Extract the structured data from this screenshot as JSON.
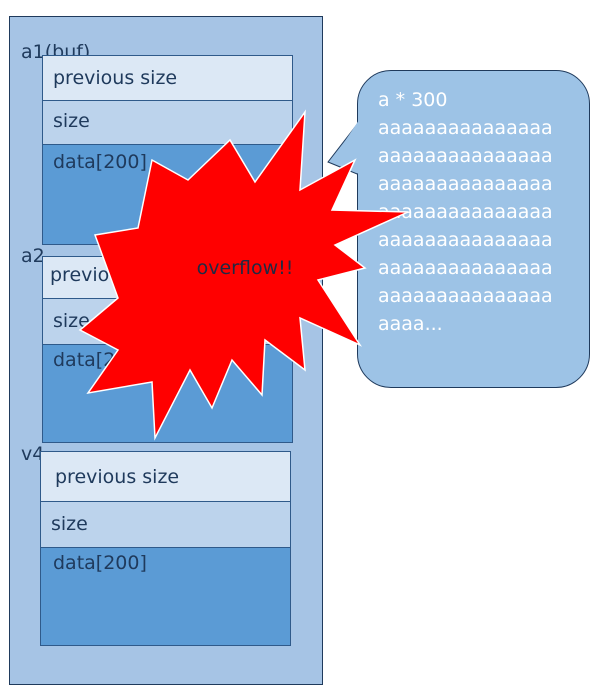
{
  "chunks": [
    {
      "label": "a1(buf)",
      "previous_size": "previous size",
      "size": "size",
      "data": "data[200]"
    },
    {
      "label": "a2",
      "previous_size": "previous size",
      "size": "size",
      "data": "data[200]"
    },
    {
      "label": "v4",
      "previous_size": "previous size",
      "size": "size",
      "data": "data[200]"
    }
  ],
  "burst": {
    "text": "overflow!!",
    "color": "#ff0000"
  },
  "bubble": {
    "title": "a * 300",
    "lines": [
      "aaaaaaaaaaaaaaa",
      "aaaaaaaaaaaaaaa",
      "aaaaaaaaaaaaaaa",
      "aaaaaaaaaaaaaaa",
      "aaaaaaaaaaaaaaa",
      "aaaaaaaaaaaaaaa",
      "aaaaaaaaaaaaaaa",
      "aaaa..."
    ]
  },
  "colors": {
    "container": "#a6c4e5",
    "prev_row": "#dce8f5",
    "size_row": "#bcd3ec",
    "data_row": "#5b9bd5",
    "bubble": "#9dc3e6"
  }
}
